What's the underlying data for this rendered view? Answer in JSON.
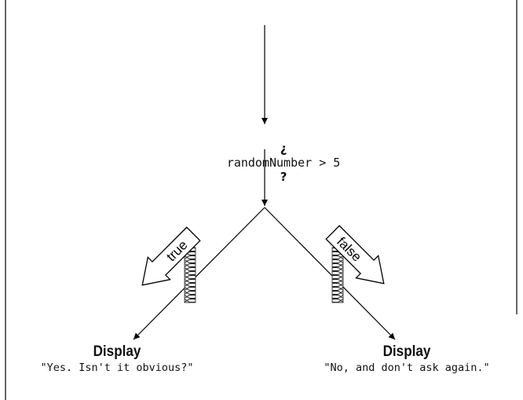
{
  "condition": {
    "open_mark": "¿",
    "expression": "randomNumber > 5",
    "close_mark": "?"
  },
  "branches": {
    "true_label": "true",
    "false_label": "false"
  },
  "left_block": {
    "title": "Display",
    "message": "\"Yes. Isn't it obvious?\""
  },
  "right_block": {
    "title": "Display",
    "message": "\"No, and don't ask again.\""
  }
}
